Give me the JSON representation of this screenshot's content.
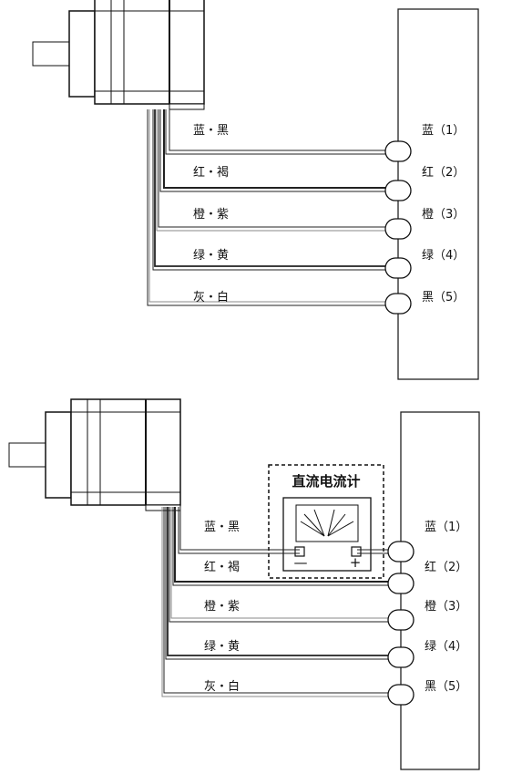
{
  "wire_labels": [
    "蓝・黑",
    "红・褐",
    "橙・紫",
    "绿・黄",
    "灰・白"
  ],
  "terminal_labels": [
    "蓝（1）",
    "红（2）",
    "橙（3）",
    "绿（4）",
    "黑（5）"
  ],
  "meter": {
    "title": "直流电流计",
    "minus": "—",
    "plus": "+"
  }
}
